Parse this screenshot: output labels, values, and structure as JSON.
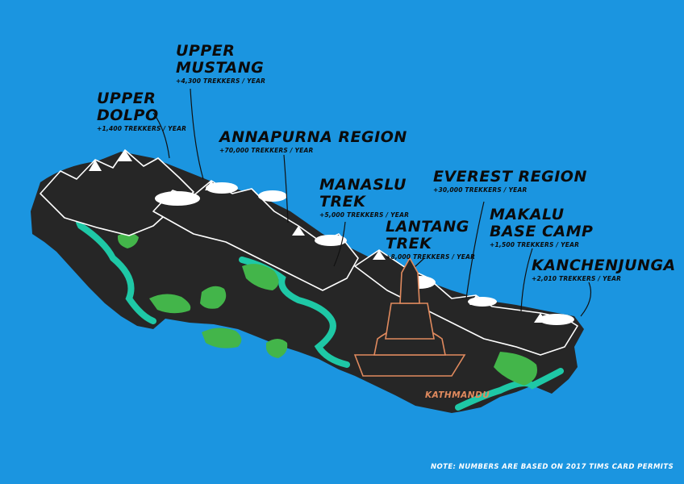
{
  "regions": [
    {
      "id": "upper-dolpo",
      "name_line1": "UPPER",
      "name_line2": "DOLPO",
      "count": "+1,400 TREKKERS / YEAR"
    },
    {
      "id": "upper-mustang",
      "name_line1": "UPPER",
      "name_line2": "MUSTANG",
      "count": "+4,300 TREKKERS / YEAR"
    },
    {
      "id": "annapurna",
      "name_line1": "ANNAPURNA REGION",
      "name_line2": "",
      "count": "+70,000 TREKKERS / YEAR"
    },
    {
      "id": "manaslu",
      "name_line1": "MANASLU",
      "name_line2": "TREK",
      "count": "+5,000 TREKKERS / YEAR"
    },
    {
      "id": "lantang",
      "name_line1": "LANTANG",
      "name_line2": "TREK",
      "count": "+8,000 TREKKERS / YEAR"
    },
    {
      "id": "everest",
      "name_line1": "EVEREST REGION",
      "name_line2": "",
      "count": "+30,000 TREKKERS / YEAR"
    },
    {
      "id": "makalu",
      "name_line1": "MAKALU",
      "name_line2": "BASE CAMP",
      "count": "+1,500 TREKKERS / YEAR"
    },
    {
      "id": "kanchenjunga",
      "name_line1": "KANCHENJUNGA",
      "name_line2": "",
      "count": "+2,010 TREKKERS / YEAR"
    }
  ],
  "city": "KATHMANDU",
  "note": "NOTE: NUMBERS ARE BASED ON 2017 TIMS CARD PERMITS",
  "colors": {
    "ocean": "#1b95e0",
    "land": "#262626",
    "river": "#1ec8a6",
    "forest": "#43b54a",
    "snow": "#ffffff",
    "stupa": "#e08a5e"
  }
}
